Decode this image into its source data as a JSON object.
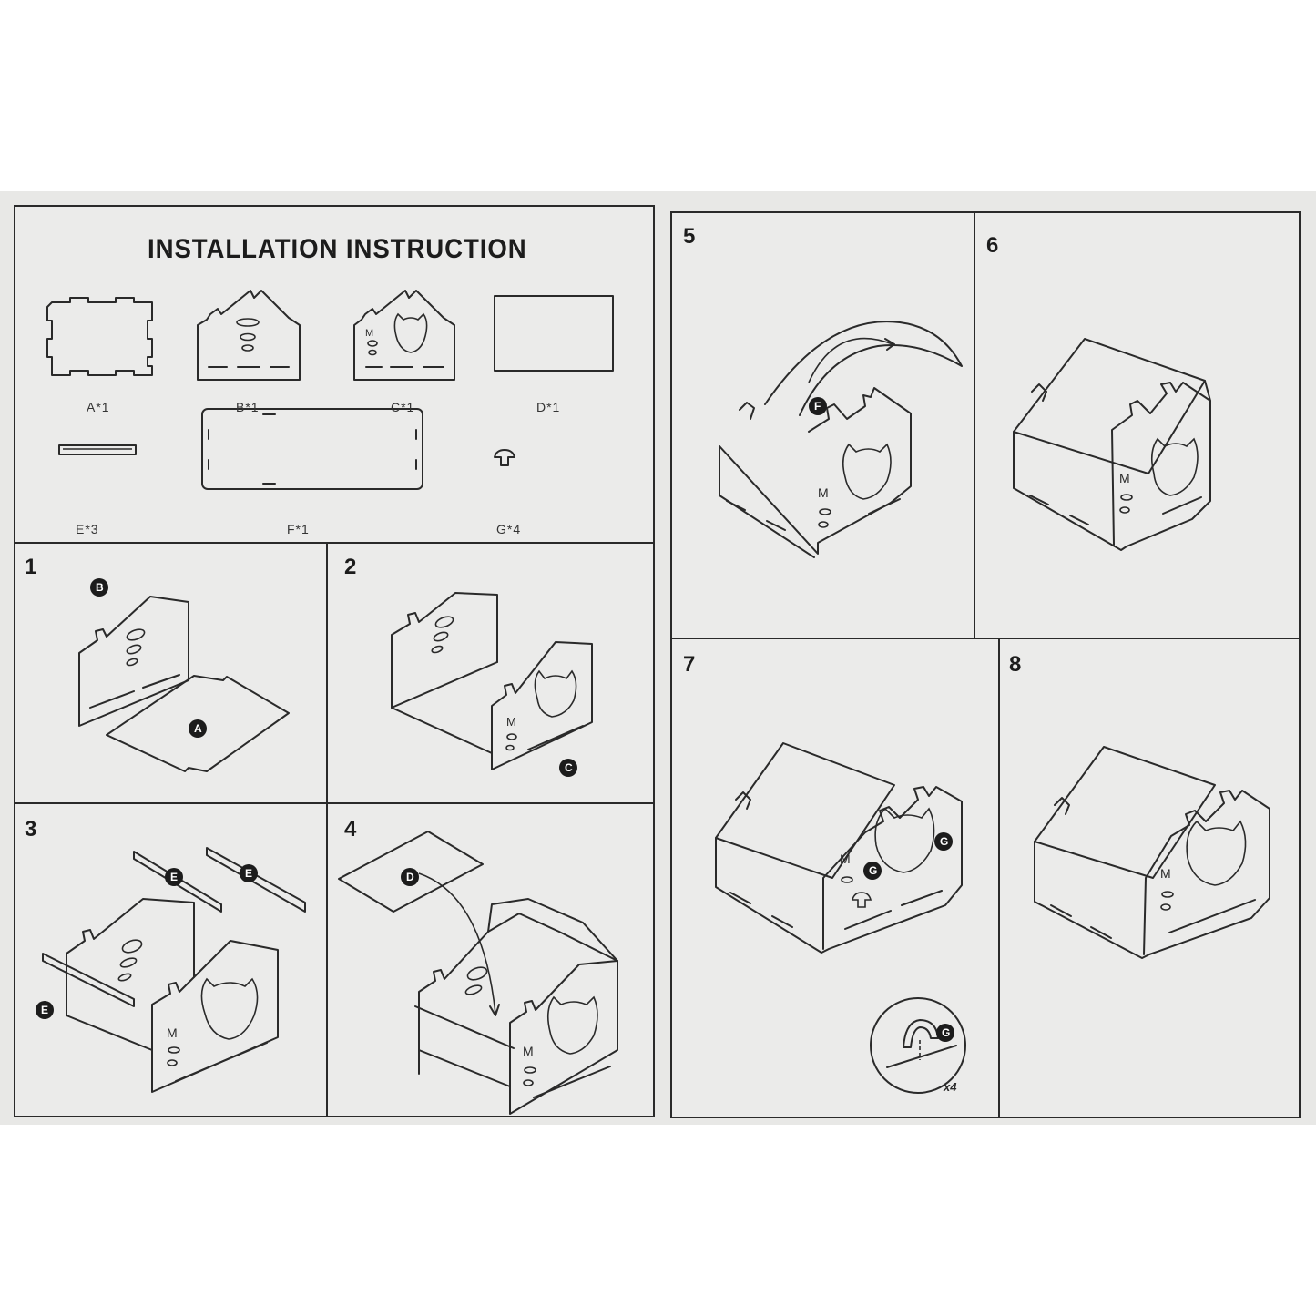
{
  "title": "INSTALLATION INSTRUCTION",
  "parts": [
    {
      "id": "A",
      "label": "A*1"
    },
    {
      "id": "B",
      "label": "B*1"
    },
    {
      "id": "C",
      "label": "C*1"
    },
    {
      "id": "D",
      "label": "D*1"
    },
    {
      "id": "E",
      "label": "E*3"
    },
    {
      "id": "F",
      "label": "F*1"
    },
    {
      "id": "G",
      "label": "G*4"
    }
  ],
  "steps": [
    {
      "number": "1",
      "callouts": [
        "B",
        "A"
      ]
    },
    {
      "number": "2",
      "callouts": [
        "C"
      ]
    },
    {
      "number": "3",
      "callouts": [
        "E",
        "E",
        "E"
      ]
    },
    {
      "number": "4",
      "callouts": [
        "D"
      ]
    },
    {
      "number": "5",
      "callouts": [
        "F"
      ]
    },
    {
      "number": "6",
      "callouts": []
    },
    {
      "number": "7",
      "callouts": [
        "G",
        "G",
        "G"
      ],
      "detail_count": "x4"
    },
    {
      "number": "8",
      "callouts": []
    }
  ]
}
